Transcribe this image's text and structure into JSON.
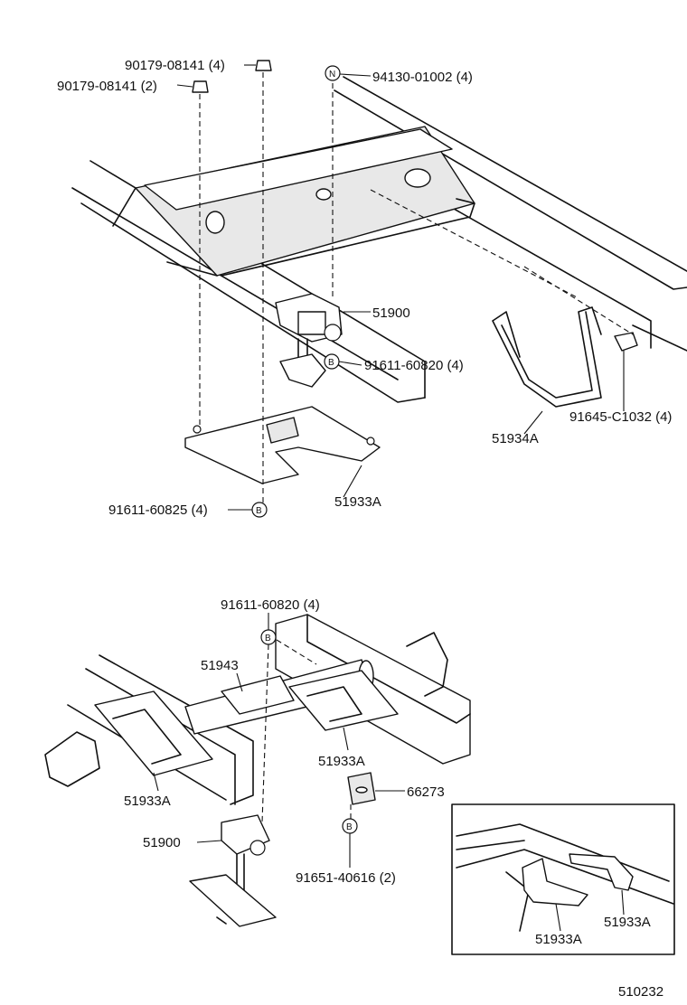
{
  "top_section": {
    "labels": {
      "nut_4": "90179-08141 (4)",
      "nut_2": "90179-08141 (2)",
      "n_code": "N",
      "n_part": "94130-01002 (4)",
      "carrier": "51900",
      "b_code": "B",
      "bolt_carrier": "91611-60820 (4)",
      "bracket_a": "51934A",
      "bolt_bracket": "91645-C1032 (4)",
      "plate": "51933A",
      "bolt_plate": "91611-60825 (4)"
    }
  },
  "bottom_section": {
    "labels": {
      "bolt_top": "91611-60820 (4)",
      "b_code": "B",
      "bracket_51943": "51943",
      "plate_right": "51933A",
      "plate_left": "51933A",
      "clip": "66273",
      "carrier": "51900",
      "bolt_clip": "91651-40616 (2)"
    }
  },
  "inset": {
    "labels": {
      "plate_front": "51933A",
      "plate_rear": "51933A"
    }
  },
  "footer": {
    "diagram_number": "510232"
  }
}
